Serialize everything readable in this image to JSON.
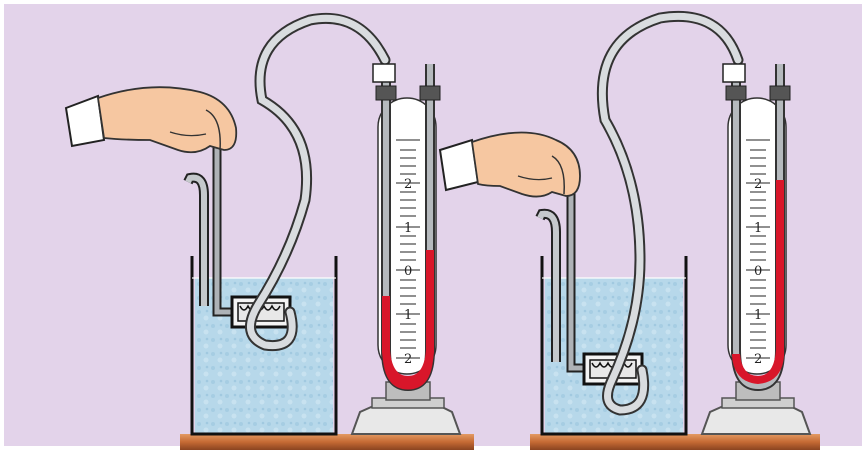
{
  "colors": {
    "background": "#e3d3ea",
    "water": "#b7d8ea",
    "liquid_red": "#d8162a",
    "tube": "#aeb2b6",
    "board": "#c56a34"
  },
  "panels": [
    {
      "name": "left-apparatus",
      "scale_labels": [
        "2",
        "1",
        "0",
        "1",
        "2"
      ],
      "red_column_level": 0.42
    },
    {
      "name": "right-apparatus",
      "scale_labels": [
        "2",
        "1",
        "0",
        "1",
        "2"
      ],
      "red_column_level": 0.9
    }
  ]
}
